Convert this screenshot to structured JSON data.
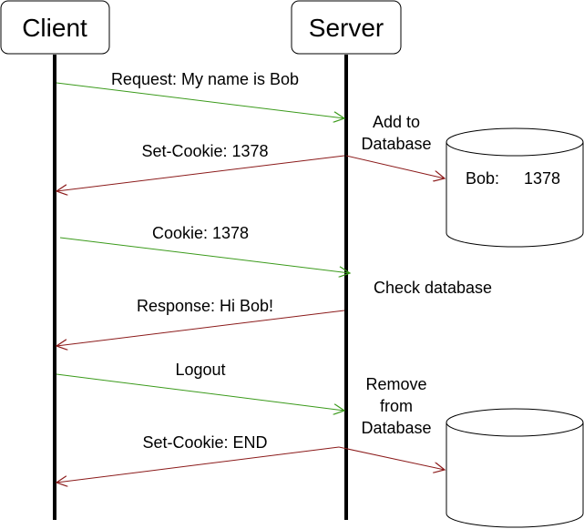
{
  "participants": {
    "client": "Client",
    "server": "Server"
  },
  "messages": [
    {
      "label": "Request: My name is Bob",
      "direction": "client-to-server",
      "color": "#3a9a1a"
    },
    {
      "label": "Set-Cookie: 1378",
      "direction": "server-to-client",
      "color": "#8b1a1a"
    },
    {
      "label": "Cookie: 1378",
      "direction": "client-to-server",
      "color": "#3a9a1a"
    },
    {
      "label": "Response: Hi Bob!",
      "direction": "server-to-client",
      "color": "#8b1a1a"
    },
    {
      "label": "Logout",
      "direction": "client-to-server",
      "color": "#3a9a1a"
    },
    {
      "label": "Set-Cookie: END",
      "direction": "server-to-client",
      "color": "#8b1a1a"
    }
  ],
  "notes": {
    "add_db_line1": "Add to",
    "add_db_line2": "Database",
    "check_db": "Check database",
    "remove_line1": "Remove",
    "remove_line2": "from",
    "remove_line3": "Database"
  },
  "database_top": {
    "name": "Bob:",
    "value": "1378"
  },
  "colors": {
    "request": "#3a9a1a",
    "response": "#8b1a1a",
    "stroke": "#000000"
  }
}
